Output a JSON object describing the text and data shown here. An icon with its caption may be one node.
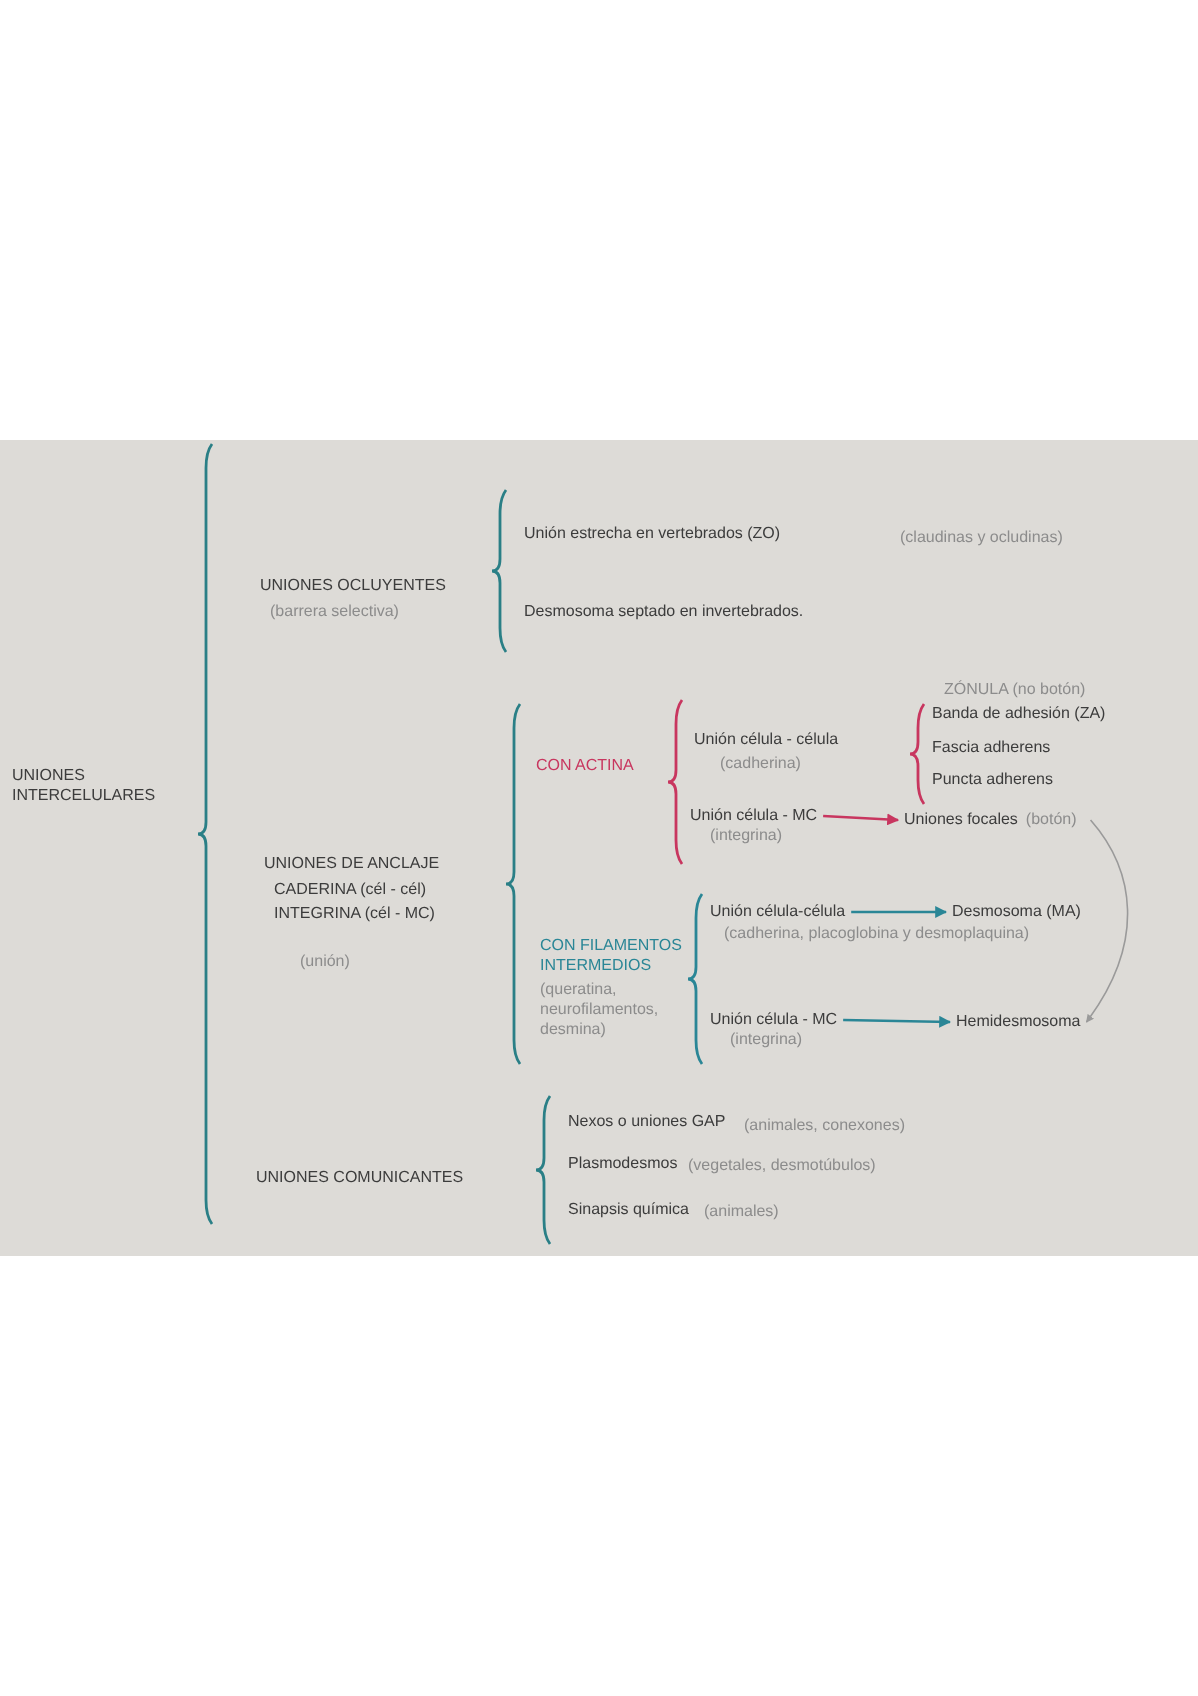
{
  "diagram": {
    "nodes": [
      {
        "text": [
          "Unión célula - MC",
          "(integrina)"
        ]
      },
      {
        "text": [
          "Uniones focales",
          "(botón)"
        ]
      },
      {
        "text": [
          "Unión célula-célula"
        ]
      },
      {
        "text": [
          "Desmosoma (MA)"
        ]
      },
      {
        "text": [
          "Unión célula - MC",
          "(integrina)"
        ]
      },
      {
        "text": [
          "Hemidesmosoma"
        ]
      }
    ],
    "edges": [
      {
        "from": 0,
        "to": 1,
        "arrow": "to",
        "color": "#c8365f"
      },
      {
        "from": 2,
        "to": 3,
        "arrow": "to"
      },
      {
        "from": 4,
        "to": 5,
        "arrow": "to"
      },
      {
        "from": 1,
        "to": 5,
        "arrow": "to",
        "color": "#9a9a9a"
      }
    ],
    "labels": [
      "UNIONES INTERCELULARES",
      "UNIONES OCLUYENTES",
      "(barrera selectiva)",
      "Unión estrecha en vertebrados (ZO)",
      "(claudinas y ocludinas)",
      "Desmosoma septado en invertebrados.",
      "UNIONES DE ANCLAJE",
      "CADERINA (cél - cél)",
      "INTEGRINA (cél - MC)",
      "(unión)",
      "CON ACTINA",
      "Unión célula - célula",
      "(cadherina)",
      "ZÓNULA (no botón)",
      "Banda de adhesión (ZA)",
      "Fascia adherens",
      "Puncta adherens",
      "CON FILAMENTOS INTERMEDIOS",
      "(queratina, neurofilamentos, desmina)",
      "(cadherina, placoglobina y desmoplaquina)",
      "UNIONES COMUNICANTES",
      "Nexos o uniones GAP",
      "(animales, conexones)",
      "Plasmodesmos",
      "(vegetales, desmotúbulos)",
      "Sinapsis química",
      "(animales)"
    ]
  }
}
